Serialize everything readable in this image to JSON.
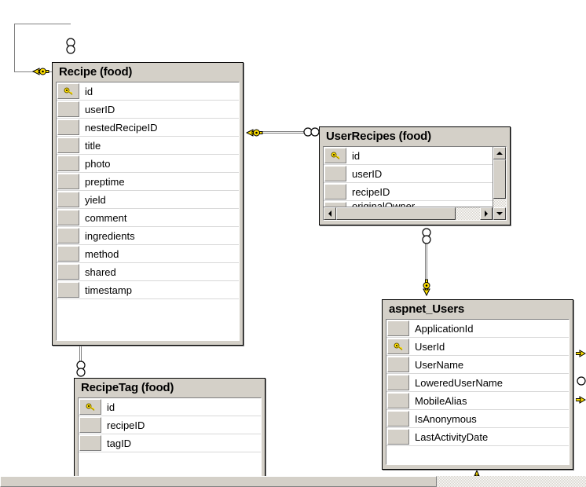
{
  "diagram": {
    "tables": [
      {
        "id": "recipe",
        "title": "Recipe (food)",
        "columns": [
          {
            "name": "id",
            "key": true
          },
          {
            "name": "userID",
            "key": false
          },
          {
            "name": "nestedRecipeID",
            "key": false
          },
          {
            "name": "title",
            "key": false
          },
          {
            "name": "photo",
            "key": false
          },
          {
            "name": "preptime",
            "key": false
          },
          {
            "name": "yield",
            "key": false
          },
          {
            "name": "comment",
            "key": false
          },
          {
            "name": "ingredients",
            "key": false
          },
          {
            "name": "method",
            "key": false
          },
          {
            "name": "shared",
            "key": false
          },
          {
            "name": "timestamp",
            "key": false
          }
        ]
      },
      {
        "id": "userrecipes",
        "title": "UserRecipes (food)",
        "columns": [
          {
            "name": "id",
            "key": true
          },
          {
            "name": "userID",
            "key": false
          },
          {
            "name": "recipeID",
            "key": false
          },
          {
            "name": "originalOwner",
            "key": false
          }
        ]
      },
      {
        "id": "aspnet",
        "title": "aspnet_Users",
        "columns": [
          {
            "name": "ApplicationId",
            "key": false
          },
          {
            "name": "UserId",
            "key": true
          },
          {
            "name": "UserName",
            "key": false
          },
          {
            "name": "LoweredUserName",
            "key": false
          },
          {
            "name": "MobileAlias",
            "key": false
          },
          {
            "name": "IsAnonymous",
            "key": false
          },
          {
            "name": "LastActivityDate",
            "key": false
          }
        ]
      },
      {
        "id": "recipetag",
        "title": "RecipeTag (food)",
        "columns": [
          {
            "name": "id",
            "key": true
          },
          {
            "name": "recipeID",
            "key": false
          },
          {
            "name": "tagID",
            "key": false
          }
        ]
      }
    ],
    "relationships": [
      {
        "id": "recipe-self",
        "from": "Recipe",
        "to": "Recipe",
        "from_end": "key",
        "to_end": "infinity"
      },
      {
        "id": "recipe-userrecipes",
        "from": "Recipe",
        "to": "UserRecipes",
        "from_end": "key",
        "to_end": "infinity"
      },
      {
        "id": "userrecipes-aspnet_users",
        "from": "aspnet_Users",
        "to": "UserRecipes",
        "from_end": "key",
        "to_end": "infinity"
      },
      {
        "id": "recipe-recipetag",
        "from": "Recipe",
        "to": "RecipeTag",
        "from_end": "key",
        "to_end": "infinity"
      },
      {
        "id": "recipe-right-edge",
        "from": "Recipe",
        "to": "offscreen",
        "from_end": "key",
        "to_end": "offscreen"
      },
      {
        "id": "aspnet-right-edge-1",
        "from": "aspnet_Users",
        "to": "offscreen",
        "from_end": "key",
        "to_end": "offscreen"
      },
      {
        "id": "aspnet-right-edge-2",
        "from": "aspnet_Users",
        "to": "offscreen",
        "from_end": "infinity",
        "to_end": "offscreen"
      },
      {
        "id": "aspnet-right-edge-3",
        "from": "aspnet_Users",
        "to": "offscreen",
        "from_end": "key",
        "to_end": "offscreen"
      },
      {
        "id": "recipetag-bottom",
        "from": "RecipeTag",
        "to": "offscreen",
        "from_end": "infinity",
        "to_end": "offscreen"
      },
      {
        "id": "aspnet-bottom",
        "from": "aspnet_Users",
        "to": "offscreen",
        "from_end": "key",
        "to_end": "offscreen"
      }
    ],
    "scrollbars": {
      "userrecipes_vertical": {
        "name": "vertical-scrollbar",
        "up": "scroll-up-arrow",
        "down": "scroll-down-arrow"
      },
      "userrecipes_horizontal": {
        "name": "horizontal-scrollbar",
        "left": "scroll-left-arrow",
        "right": "scroll-right-arrow"
      },
      "canvas_horizontal": {
        "name": "canvas-horizontal-scrollbar"
      }
    },
    "colors": {
      "table_header": "#d4d0c8",
      "row_background": "#ffffff",
      "key_glyph": "#ffe000",
      "border": "#000000",
      "line": "#808080"
    },
    "icons": {
      "primary_key": "key-icon",
      "many_end": "infinity-icon"
    }
  }
}
